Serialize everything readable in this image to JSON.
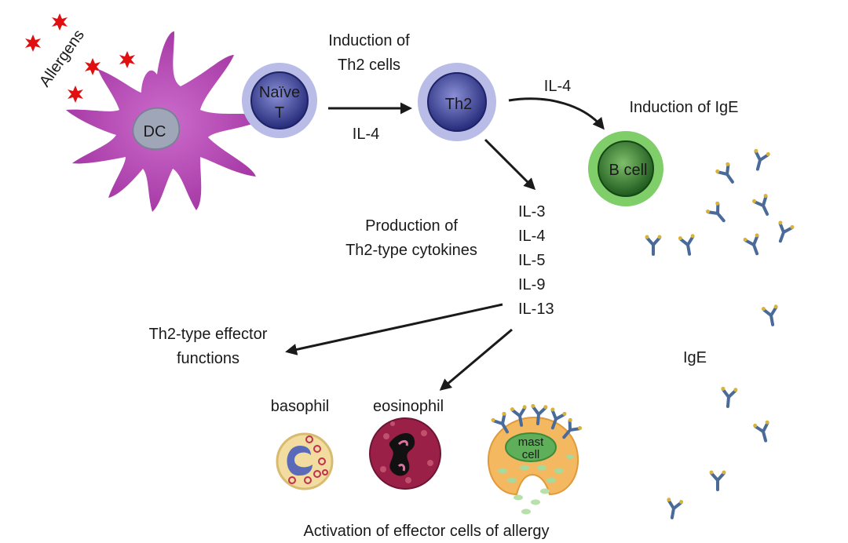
{
  "labels": {
    "allergens": "Allergens",
    "dc": "DC",
    "naive_t_line1": "Naïve",
    "naive_t_line2": "T",
    "induction_th2_line1": "Induction of",
    "induction_th2_line2": "Th2 cells",
    "il4_lower": "IL-4",
    "th2": "Th2",
    "il4_upper": "IL-4",
    "induction_ige": "Induction of IgE",
    "b_cell": "B cell",
    "production_line1": "Production of",
    "production_line2": "Th2-type cytokines",
    "cytokines": [
      "IL-3",
      "IL-4",
      "IL-5",
      "IL-9",
      "IL-13"
    ],
    "effector_line1": "Th2-type effector",
    "effector_line2": "functions",
    "ige": "IgE",
    "basophil": "basophil",
    "eosinophil": "eosinophil",
    "mast_cell_line1": "mast",
    "mast_cell_line2": "cell",
    "activation": "Activation of effector cells of allergy"
  },
  "colors": {
    "dc_fill": "#b040b0",
    "t_cell_fill": "#3a3f9a",
    "t_cell_halo": "#b8bce6",
    "b_cell_fill": "#2f7a2f",
    "b_cell_halo": "#7fce6a",
    "allergen": "#e01010",
    "antibody": "#4a6a9a",
    "antibody_tip": "#d9b23a",
    "basophil": "#f2dca0",
    "eosinophil": "#9a2048",
    "mast_cell": "#f4b860"
  },
  "icons": [
    "allergen-star-icon",
    "antibody-icon"
  ]
}
